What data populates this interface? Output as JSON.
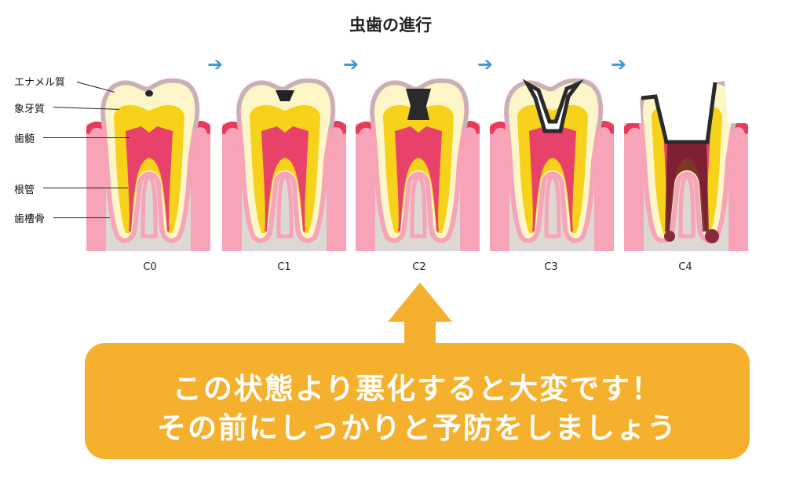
{
  "title": "虫歯の進行",
  "labels": [
    "エナメル質",
    "象牙質",
    "歯髄",
    "根管",
    "歯槽骨"
  ],
  "stages": [
    "C0",
    "C1",
    "C2",
    "C3",
    "C4"
  ],
  "callout": {
    "line1": "この状態より悪化すると大変です！",
    "line2": "その前にしっかりと予防をしましょう"
  },
  "colors": {
    "arrow": "#3a9ad8",
    "callout": "#f5b12d",
    "enamel": "#fdf6c8",
    "dentin": "#f6d21a",
    "pulp": "#e8426a",
    "gum": "#f7a3b8",
    "bone": "#dcd8d2"
  }
}
